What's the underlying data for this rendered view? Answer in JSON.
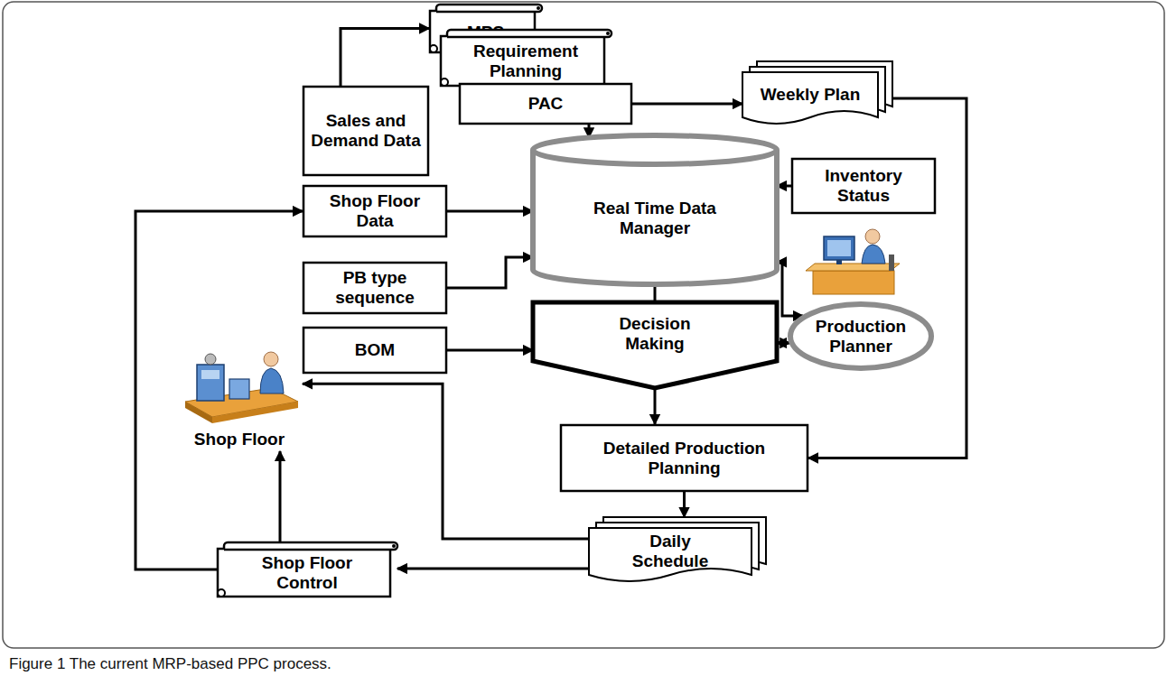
{
  "diagram": {
    "caption": "Figure 1 The current MRP-based PPC process.",
    "nodes": [
      {
        "text": [
          "MPS"
        ]
      },
      {
        "text": [
          "Requirement Planning"
        ]
      },
      {
        "text": [
          "PAC"
        ]
      },
      {
        "text": [
          "Sales and Demand Data"
        ]
      },
      {
        "text": [
          "Weekly Plan"
        ]
      },
      {
        "text": [
          "Shop Floor Data"
        ]
      },
      {
        "text": [
          "Real Time Data Manager"
        ]
      },
      {
        "text": [
          "Inventory Status"
        ]
      },
      {
        "text": [
          "PB type sequence"
        ]
      },
      {
        "text": [
          "BOM"
        ]
      },
      {
        "text": [
          "Decision Making"
        ]
      },
      {
        "text": [
          "Production Planner"
        ]
      },
      {
        "text": [
          "Shop Floor"
        ]
      },
      {
        "text": [
          "Detailed Production Planning"
        ]
      },
      {
        "text": [
          "Daily Schedule"
        ]
      },
      {
        "text": [
          "Shop Floor Control"
        ]
      }
    ],
    "edges": [
      {
        "from": 3,
        "to": 0,
        "arrow": "to"
      },
      {
        "from": 2,
        "to": 4,
        "arrow": "to"
      },
      {
        "from": 2,
        "to": 6,
        "arrow": "to"
      },
      {
        "from": 5,
        "to": 6,
        "arrow": "to"
      },
      {
        "from": 7,
        "to": 6,
        "arrow": "to"
      },
      {
        "from": 8,
        "to": 6,
        "arrow": "to"
      },
      {
        "from": 6,
        "to": 10,
        "arrow": "none"
      },
      {
        "from": 6,
        "to": 11,
        "arrow": "both"
      },
      {
        "from": 9,
        "to": 10,
        "arrow": "to"
      },
      {
        "from": 10,
        "to": 11,
        "arrow": "both"
      },
      {
        "from": 10,
        "to": 13,
        "arrow": "to"
      },
      {
        "from": 4,
        "to": 13,
        "arrow": "to"
      },
      {
        "from": 13,
        "to": 14,
        "arrow": "to"
      },
      {
        "from": 14,
        "to": 12,
        "arrow": "to"
      },
      {
        "from": 14,
        "to": 15,
        "arrow": "to"
      },
      {
        "from": 15,
        "to": 12,
        "arrow": "to"
      },
      {
        "from": 15,
        "to": 5,
        "arrow": "to"
      }
    ]
  }
}
